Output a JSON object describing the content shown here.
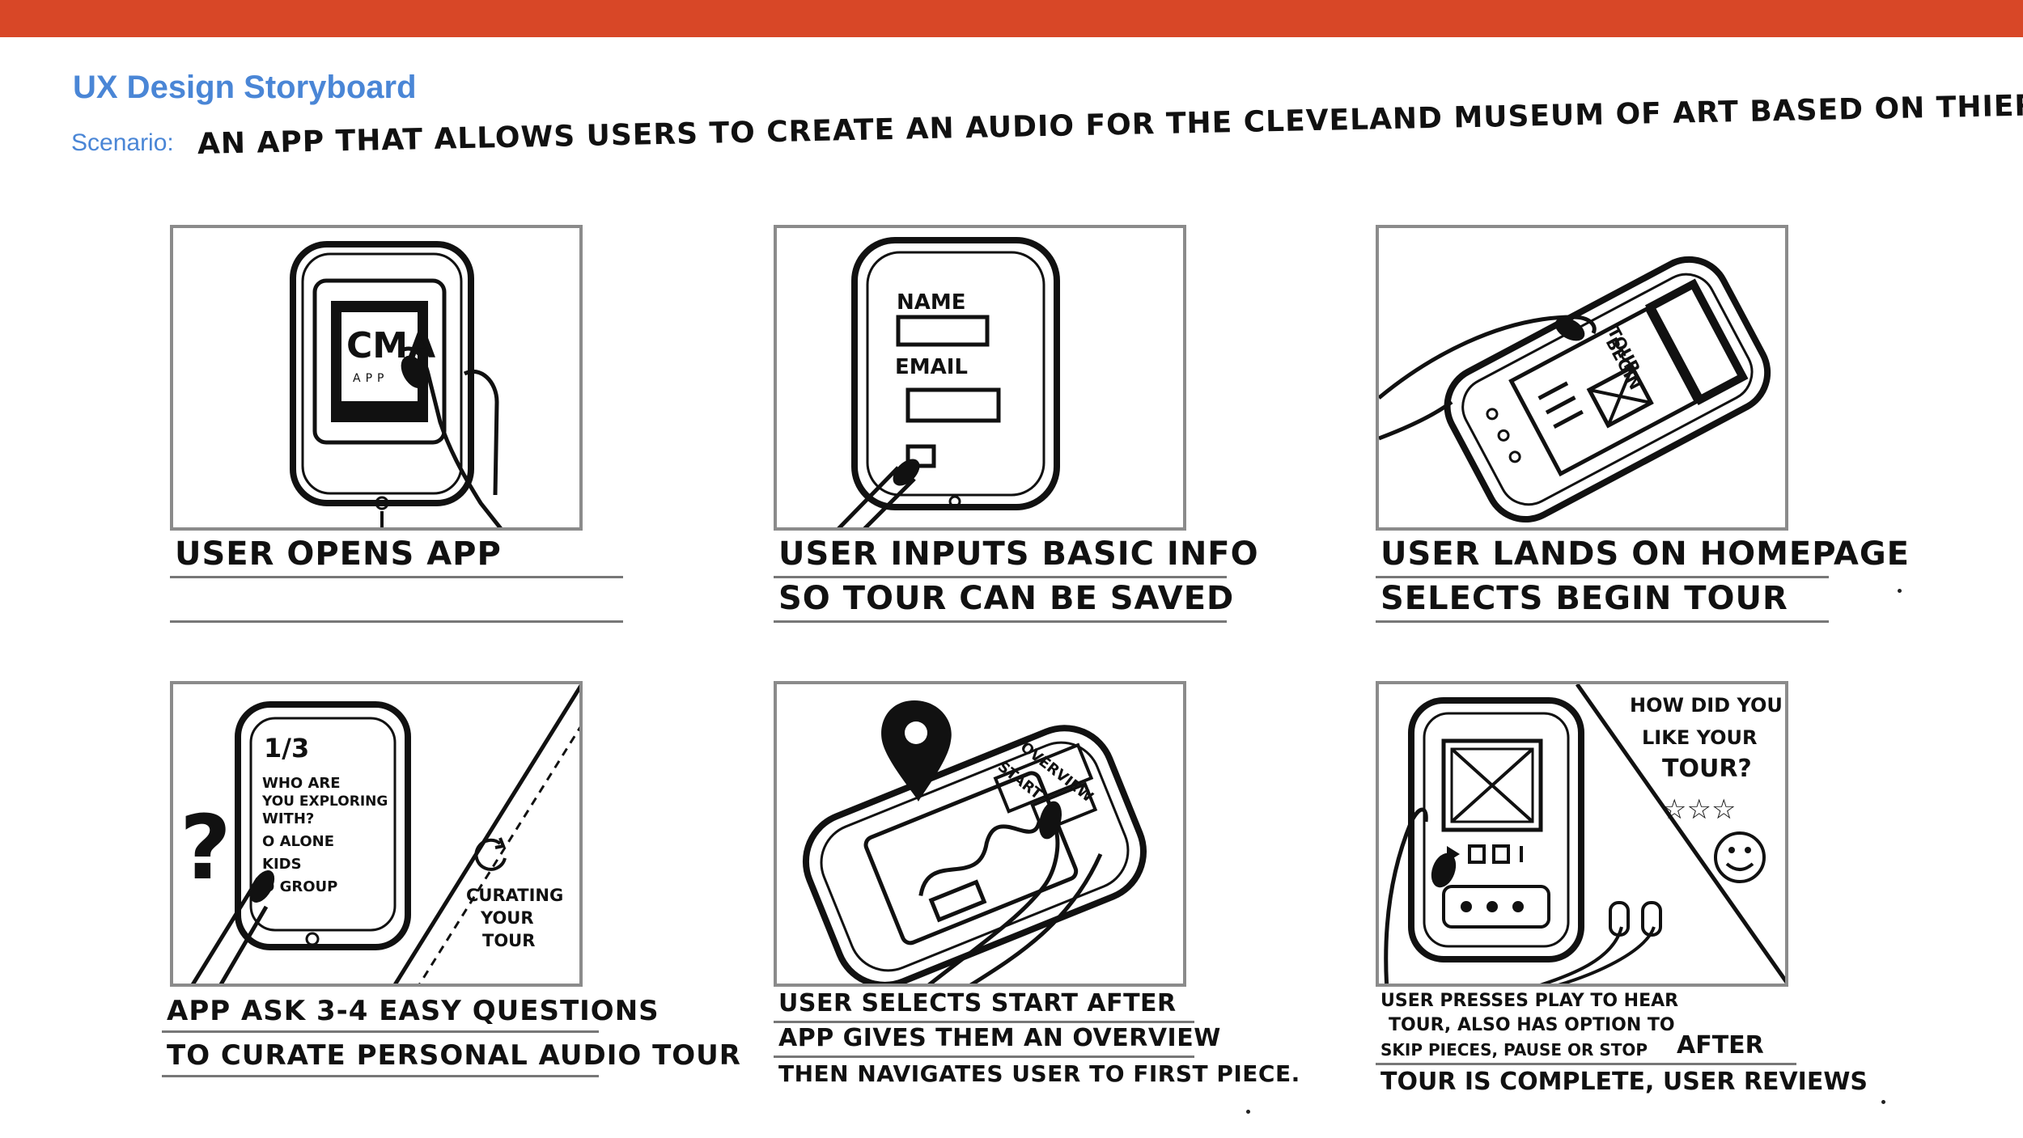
{
  "header": {
    "title": "UX Design Storyboard",
    "scenario_label": "Scenario:",
    "scenario_text": "AN APP THAT ALLOWS USERS TO CREATE AN AUDIO FOR THE CLEVELAND MUSEUM OF ART BASED ON THIER NEEDS"
  },
  "colors": {
    "top_bar": "#d84727",
    "heading": "#4a86d6",
    "frame_border": "#8b8b8b",
    "ink": "#111111"
  },
  "panels": [
    {
      "sketch_text": [
        "CMA",
        "APP"
      ],
      "caption": [
        "USER OPENS APP",
        ""
      ]
    },
    {
      "sketch_text": [
        "NAME",
        "EMAIL"
      ],
      "caption": [
        "USER INPUTS BASIC INFO",
        "SO TOUR CAN BE SAVED"
      ]
    },
    {
      "sketch_text": [
        "BEGIN",
        "TOUR"
      ],
      "caption": [
        "USER LANDS ON HOMEPAGE",
        "SELECTS BEGIN TOUR"
      ]
    },
    {
      "sketch_text": [
        "1/3",
        "WHO ARE",
        "YOU EXPLORING",
        "WITH?",
        "O ALONE",
        "KIDS",
        "O GROUP",
        "?",
        "CURATING",
        "YOUR",
        "TOUR"
      ],
      "caption": [
        "APP ASK 3-4 EASY QUESTIONS",
        "TO CURATE PERSONAL AUDIO TOUR"
      ]
    },
    {
      "sketch_text": [
        "OVERVIEW",
        "START"
      ],
      "caption": [
        "USER SELECTS START AFTER",
        "APP GIVES THEM AN OVERVIEW",
        "THEN NAVIGATES USER TO FIRST PIECE."
      ]
    },
    {
      "sketch_text": [
        "HOW DID YOU",
        "LIKE YOUR",
        "TOUR?",
        "☆☆☆"
      ],
      "caption": [
        "USER PRESSES PLAY TO HEAR",
        "TOUR, ALSO HAS OPTION TO",
        "SKIP PIECES, PAUSE or STOP",
        "AFTER",
        "TOUR IS COMPLETE, USER REVIEWS"
      ]
    }
  ]
}
